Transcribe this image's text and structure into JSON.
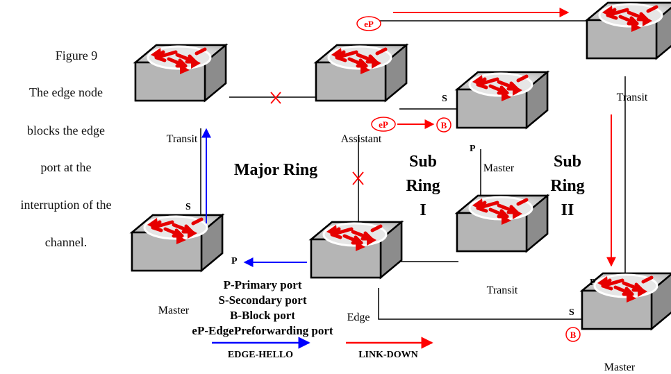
{
  "caption": {
    "lines": [
      "Figure 9",
      "The edge node",
      "blocks the edge",
      "port at the",
      "interruption of the",
      "channel."
    ]
  },
  "nodes": {
    "transit_tl": "Transit",
    "assistant": "Assistant",
    "transit_tr": "Transit",
    "master_sub1": "Master",
    "transit_sub1": "Transit",
    "edge": "Edge",
    "master_left": "Master",
    "master_br": "Master"
  },
  "rings": {
    "major": "Major Ring",
    "sub1": [
      "Sub",
      "Ring",
      "I"
    ],
    "sub2": [
      "Sub",
      "Ring",
      "II"
    ]
  },
  "port_labels": {
    "s_transit_tl": "S",
    "p_master_left": "P",
    "s_master_sub1": "S",
    "p_master_sub1": "P",
    "p_master_br": "P",
    "s_master_br": "S",
    "ep_top": "eP",
    "ep_assistant": "eP",
    "b_master_sub1": "B",
    "b_master_br": "B"
  },
  "legend": {
    "items": [
      "P-Primary port",
      "S-Secondary port",
      "B-Block port",
      "eP-EdgePreforwarding port"
    ],
    "edge_hello": "EDGE-HELLO",
    "link_down": "LINK-DOWN"
  },
  "colors": {
    "red": "#ff0000",
    "blue": "#0000ff",
    "black": "#000000",
    "switch_top": "#c8c8c8",
    "switch_side": "#9a9a9a"
  }
}
